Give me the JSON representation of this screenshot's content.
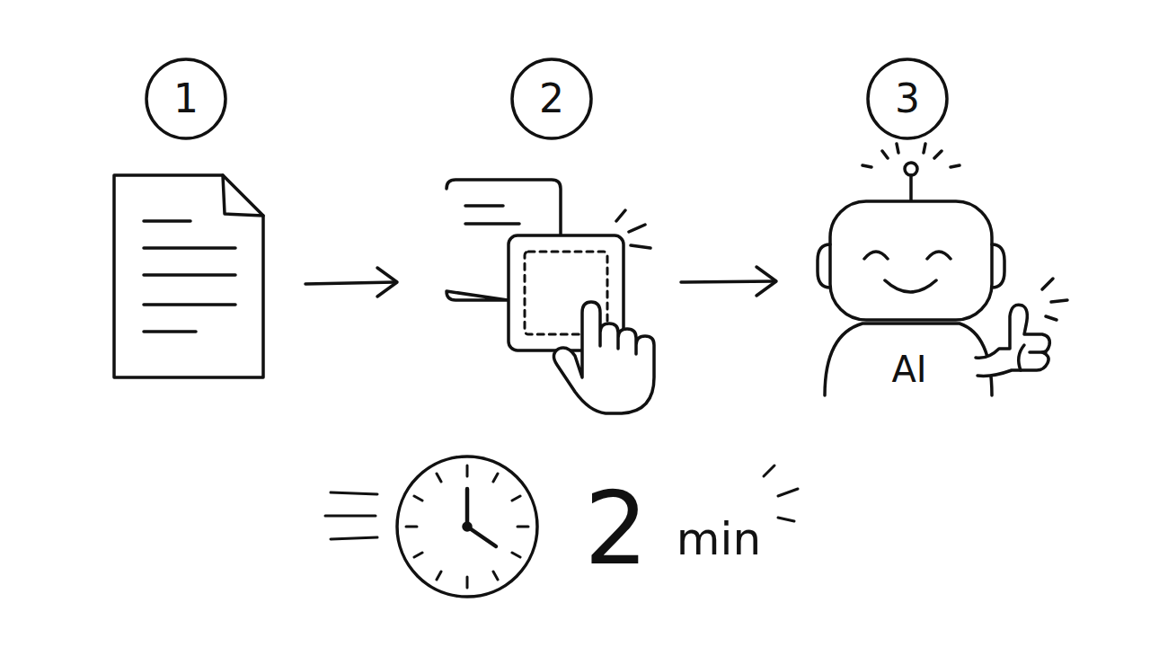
{
  "diagram": {
    "nodes": [
      {
        "text": [
          "1"
        ]
      },
      {
        "text": [
          "2"
        ]
      },
      {
        "text": [
          "3"
        ]
      }
    ],
    "labels": [
      "AI",
      "2",
      "min"
    ]
  }
}
